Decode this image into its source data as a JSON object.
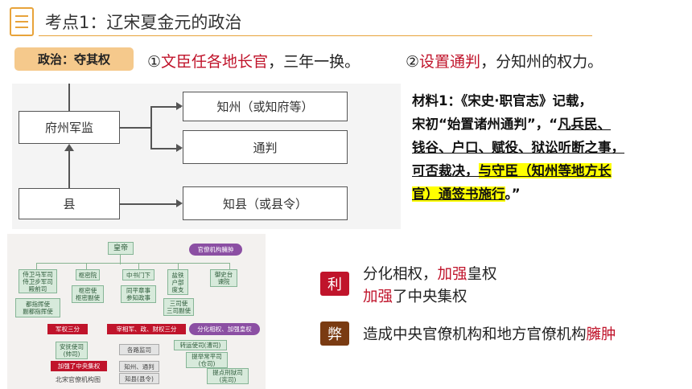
{
  "header": {
    "title": "考点1：辽宋夏金元的政治"
  },
  "tag": {
    "label": "政治：夺其权"
  },
  "points": {
    "p1_num": "①",
    "p1_red": "文臣任各地长官",
    "p1_rest": "，三年一换。",
    "p2_num": "②",
    "p2_red": "设置通判",
    "p2_rest": "，分知州的权力。"
  },
  "diagram": {
    "fuzhou": "府州军监",
    "zhizhou": "知州（或知府等）",
    "tongpan": "通判",
    "xian": "县",
    "zhixian": "知县（或县令）"
  },
  "material": {
    "line1": "材料1：《宋史·职官志》记载，",
    "line2a": "宋初“始置诸州通判”，“",
    "line2b": "凡兵民、",
    "line3": "钱谷、户口、赋役、狱讼听断之事，",
    "line4a": "可否裁决，",
    "line4b": "与守臣（知州等地方长",
    "line5a": "官）通签书施行",
    "line5b": "。”"
  },
  "org_chart": {
    "emperor": "皇帝",
    "bloat": "官僚机构臃肿",
    "guards": "侍卫马军司\n侍卫步军司\n殿前司",
    "commanders": "都指挥使\n副都指挥使",
    "shumiyuan": "枢密院",
    "shumi_officials": "枢密使\n枢密副使",
    "zhongshu": "中书门下",
    "zaixiang": "同平章事\n参知政事",
    "sansi_orgs": "盐铁\n户部\n度支",
    "sansi": "三司使\n三司副使",
    "censorate": "御史台\n谏院",
    "mil_split": "军权三分",
    "pow_split": "宰相军、政、财权三分",
    "div_check": "分化相权、加强皇权",
    "fusi": "安抚使司\n(帅司)",
    "lu": "各路监司",
    "zhuanyun": "转运使司(漕司)",
    "tidian": "提举常平司\n(仓司)",
    "tixing": "提点刑狱司\n(宪司)",
    "central": "加强了中央集权",
    "zhizhou": "知州、通判",
    "zhixian": "知县(县令)",
    "caption": "北宋官僚机构图"
  },
  "pros": {
    "badge": "利",
    "line1a": "分化相权，",
    "line1b": "加强",
    "line1c": "皇权",
    "line2a": "加强",
    "line2b": "了中央集权"
  },
  "cons": {
    "badge": "弊",
    "text_a": "造成中央官僚机构和地方官僚机构",
    "text_b": "臃肿"
  },
  "colors": {
    "accent": "#e8a33a",
    "red": "#c0142b",
    "brown": "#7a3b12",
    "highlight": "#ffff00",
    "tag_bg": "#f5c98c"
  }
}
